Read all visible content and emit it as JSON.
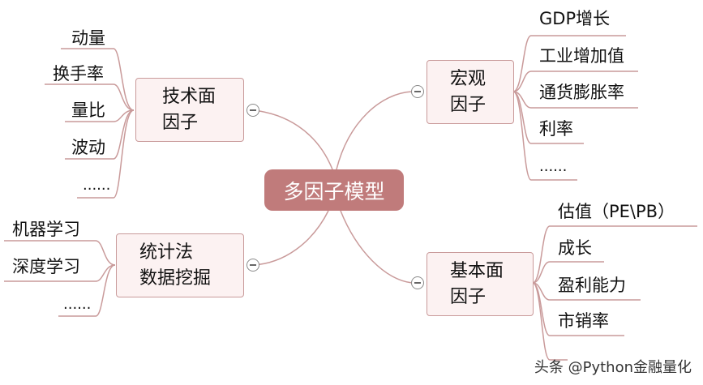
{
  "center": "多因子模型",
  "nodes": {
    "tech": {
      "line1": "技术面",
      "line2": "因子",
      "leaves": [
        "动量",
        "换手率",
        "量比",
        "波动",
        "......"
      ]
    },
    "macro": {
      "line1": "宏观",
      "line2": "因子",
      "leaves": [
        "GDP增长",
        "工业增加值",
        "通货膨胀率",
        "利率",
        "......"
      ]
    },
    "stat": {
      "line1": "统计法",
      "line2": "数据挖掘",
      "leaves": [
        "机器学习",
        "深度学习",
        "......"
      ]
    },
    "fund": {
      "line1": "基本面",
      "line2": "因子",
      "leaves": [
        "估值（PE\\PB）",
        "成长",
        "盈利能力",
        "市销率",
        ""
      ]
    }
  },
  "watermark": "头条 @Python金融量化",
  "colors": {
    "line": "#c99a9a",
    "center_fill": "#c07b7b",
    "node_fill": "#fcf2f2"
  }
}
